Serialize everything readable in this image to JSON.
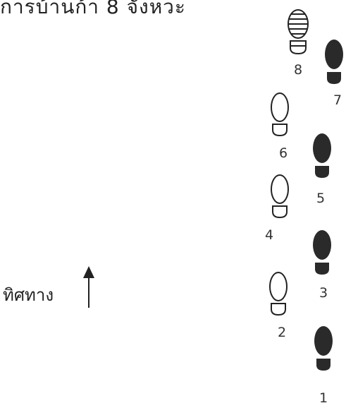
{
  "title": "การบ้านก้า 8 จังหวะ",
  "direction_label": "ทิศทาง",
  "step_numbers": {
    "s1": "1",
    "s2": "2",
    "s3": "3",
    "s4": "4",
    "s5": "5",
    "s6": "6",
    "s7": "7",
    "s8": "8"
  },
  "icons": {
    "arrow": "up-arrow-icon",
    "left_foot_outline": "footprint-outline-icon",
    "right_foot_filled": "footprint-filled-icon",
    "striped_foot": "footprint-striped-icon"
  },
  "colors": {
    "ink": "#222222",
    "footprint_fill": "#2a2a2a"
  }
}
